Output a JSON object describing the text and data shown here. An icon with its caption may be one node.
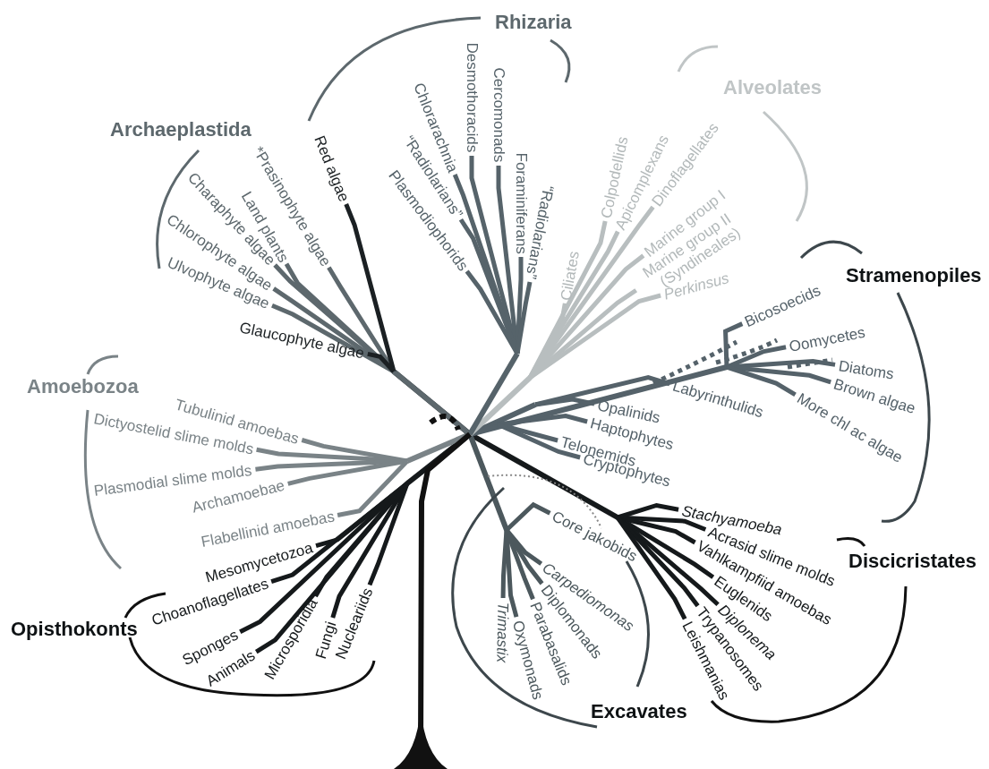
{
  "diagram": {
    "labels": [
      "Rhizaria",
      "Chlorarachnia",
      "Desmothoracids",
      "Cercomonads",
      "“Radiolarians”",
      "Plasmodiophorids",
      "Foraminiferans",
      "“Radiolarians”",
      "Alveolates",
      "Ciliates",
      "Colpodellids",
      "Apicomplexans",
      "Dinoflagellates",
      "Marine group I",
      "Marine group II (Syndineales)",
      "Perkinsus",
      "Archaeplastida",
      "*Prasinophyte algae",
      "Red algae",
      "Land plants",
      "Charaphyte algae",
      "Chlorophyte algae",
      "Ulvophyte algae",
      "Glaucophyte algae",
      "Stramenopiles",
      "Bicosoecids",
      "Oomycetes",
      "Diatoms",
      "Brown algae",
      "More chl ac algae",
      "Opalinids",
      "Labyrinthulids",
      "Amoebozoa",
      "Tubulinid amoebas",
      "Dictyostelid slime molds",
      "Plasmodial slime molds",
      "Archamoebae",
      "Flabellinid amoebas",
      "Haptophytes",
      "Telonemids",
      "Cryptophytes",
      "Core jakobids",
      "Stachyamoeba",
      "Acrasid slime molds",
      "Vahlkampfiid amoebas",
      "Euglenids",
      "Diplonema",
      "Trypanosomes",
      "Leishmanias",
      "Discicristates",
      "Mesomycetozoa",
      "Choanoflagellates",
      "Opisthokonts",
      "Sponges",
      "Animals",
      "Microsporidia",
      "Fungi",
      "Nucleariids",
      "Trimastix",
      "Oxymonads",
      "Parabasalids",
      "Diplomonads",
      "Carpediomonas",
      "Excavates"
    ]
  }
}
